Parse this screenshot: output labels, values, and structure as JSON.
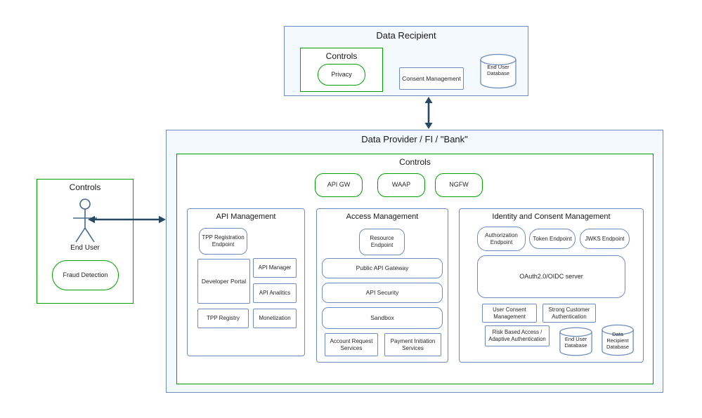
{
  "colors": {
    "blue": "#6c8ebf",
    "green": "#00a000",
    "arrow": "#264a63"
  },
  "data_recipient": {
    "title": "Data Recipient",
    "controls_title": "Controls",
    "privacy": "Privacy",
    "consent_management": "Consent Management",
    "end_user_database": "End User Database"
  },
  "data_provider": {
    "title": "Data Provider / FI / \"Bank\"",
    "controls_title": "Controls",
    "gateways": [
      "API GW",
      "WAAP",
      "NGFW"
    ],
    "api_management": {
      "title": "API Management",
      "tpp_registration_endpoint": "TPP Registration Endpoint",
      "developer_portal": "Developer Portal",
      "api_manager": "API Manager",
      "api_analitics": "API Analitics",
      "tpp_registry": "TPP Registry",
      "monetization": "Monetization"
    },
    "access_management": {
      "title": "Access Management",
      "resource_endpoint": "Resource Endpoint",
      "public_api_gateway": "Public API Gateway",
      "api_security": "API Security",
      "sandbox": "Sandbox",
      "account_request_services": "Account Request Services",
      "payment_initiation_services": "Payment Initiation Services"
    },
    "identity_management": {
      "title": "Identity and Consent Management",
      "authorization_endpoint": "Authorization Endpoint",
      "token_endpoint": "Token Endpoint",
      "jwks_endpoint": "JWKS Endpoint",
      "oauth_server": "OAuth2.0/OIDC server",
      "user_consent_management": "User Consent Management",
      "strong_customer_authentication": "Strong Customer Authentication",
      "risk_based_access": "Risk Based Access / Adaptive Authentication",
      "end_user_database": "End User Database",
      "data_recipient_database": "Data Recipient Database"
    }
  },
  "end_user_zone": {
    "controls_title": "Controls",
    "end_user": "End User",
    "fraud_detection": "Fraud Detection"
  }
}
